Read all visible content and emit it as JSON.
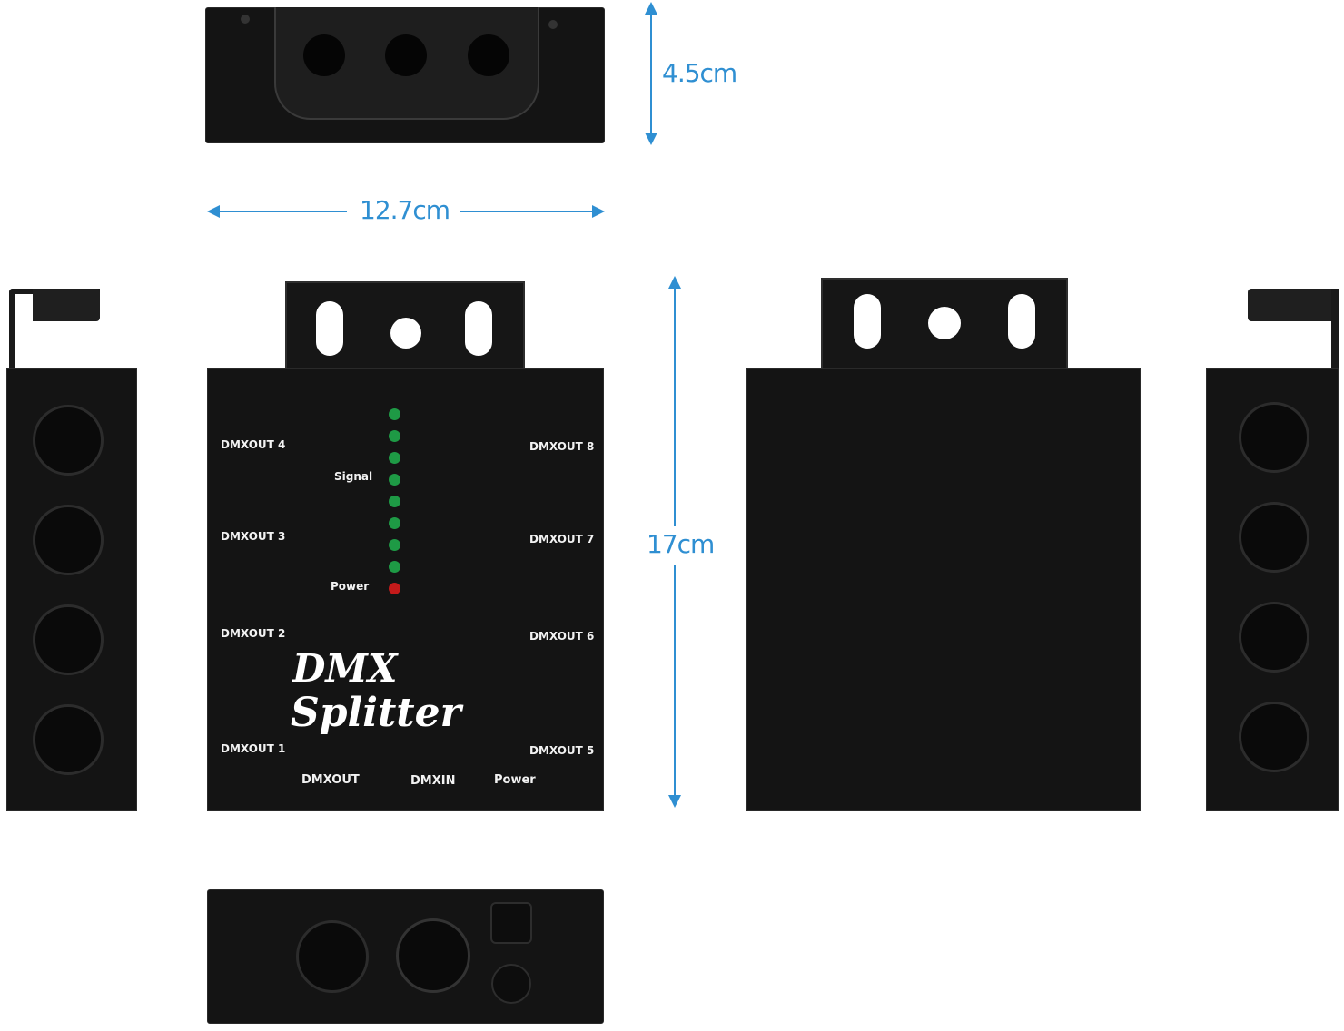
{
  "dimensions": {
    "height": "4.5cm",
    "width": "12.7cm",
    "length": "17cm"
  },
  "front_panel": {
    "brand_line1": "DMX",
    "brand_line2": "Splitter",
    "signal_label": "Signal",
    "power_led_label": "Power",
    "left_outputs": [
      "DMXOUT 4",
      "DMXOUT 3",
      "DMXOUT 2",
      "DMXOUT 1"
    ],
    "right_outputs": [
      "DMXOUT 8",
      "DMXOUT 7",
      "DMXOUT 6",
      "DMXOUT 5"
    ],
    "bottom_labels": [
      "DMXOUT",
      "DMXIN",
      "Power"
    ],
    "signal_led_count": 8,
    "signal_led_color": "#1e9a45",
    "power_led_color": "#c41a1a"
  },
  "colors": {
    "dimension_accent": "#2f8fd2",
    "device_body": "#141414"
  }
}
